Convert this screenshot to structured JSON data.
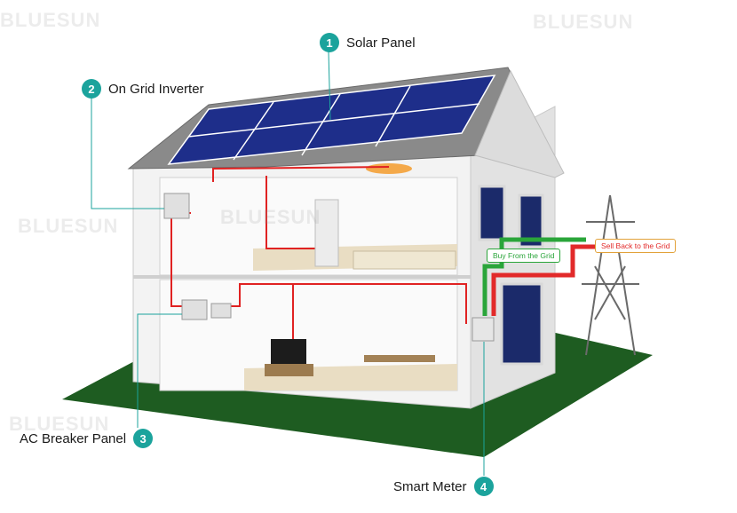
{
  "brand": {
    "watermark": "BLUESUN",
    "accent": "#1ba39c"
  },
  "callouts": [
    {
      "number": "1",
      "label": "Solar Panel"
    },
    {
      "number": "2",
      "label": "On Grid Inverter"
    },
    {
      "number": "3",
      "label": "AC Breaker Panel"
    },
    {
      "number": "4",
      "label": "Smart Meter"
    }
  ],
  "flows": {
    "buy": {
      "label": "Buy From the Grid",
      "color": "#2aa53a"
    },
    "sell": {
      "label": "Sell Back to the Grid",
      "color": "#e22a2a"
    }
  },
  "colors": {
    "ground": "#1e5c21",
    "wire": "#e02222",
    "roof": "#8a8a8a",
    "panel": "#1e2e8a"
  }
}
